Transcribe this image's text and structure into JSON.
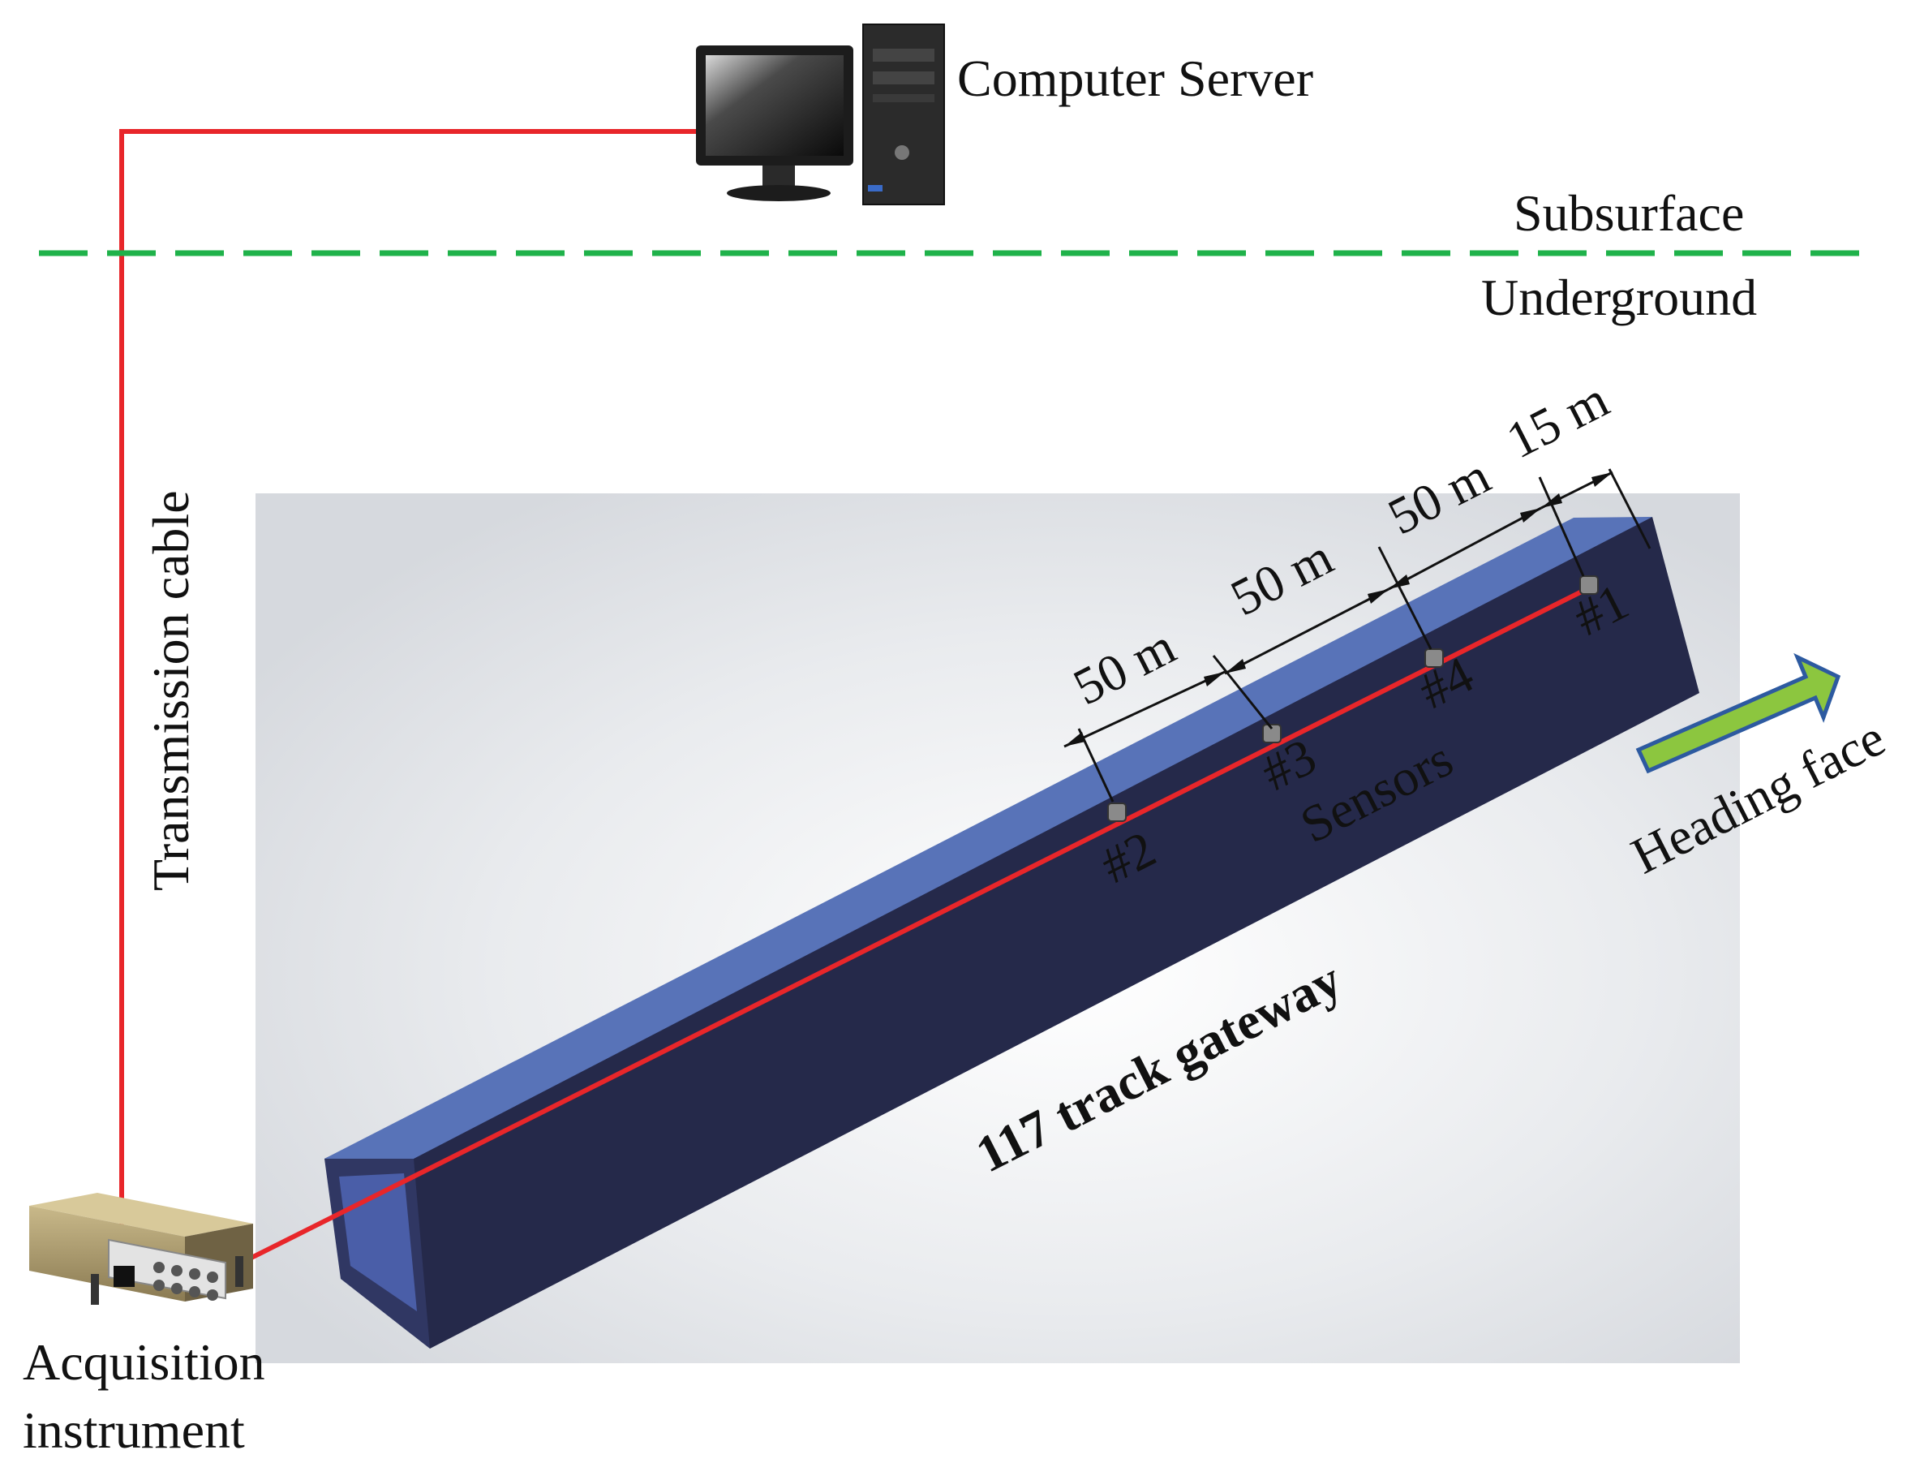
{
  "labels": {
    "computer_server": "Computer Server",
    "subsurface": "Subsurface",
    "underground": "Underground",
    "transmission_cable": "Transmission cable",
    "acquisition_line1": "Acquisition",
    "acquisition_line2": "instrument",
    "gateway": "117 track gateway",
    "sensors": "Sensors",
    "heading_face": "Heading face"
  },
  "sensors": [
    {
      "id": "sensor-1",
      "label": "#1"
    },
    {
      "id": "sensor-2",
      "label": "#2"
    },
    {
      "id": "sensor-3",
      "label": "#3"
    },
    {
      "id": "sensor-4",
      "label": "#4"
    }
  ],
  "spacings": [
    "50 m",
    "50 m",
    "50 m",
    "15 m"
  ],
  "icons": {
    "server": "computer-server-icon",
    "acquisition": "acquisition-instrument-icon",
    "arrow": "heading-arrow-icon"
  },
  "colors": {
    "cable": "#e8262a",
    "boundary": "#1fb24a",
    "tunnel_top": "#5873b8",
    "tunnel_side": "#25294a",
    "arrow_fill": "#8cc63f",
    "arrow_stroke": "#2d5aa0"
  }
}
